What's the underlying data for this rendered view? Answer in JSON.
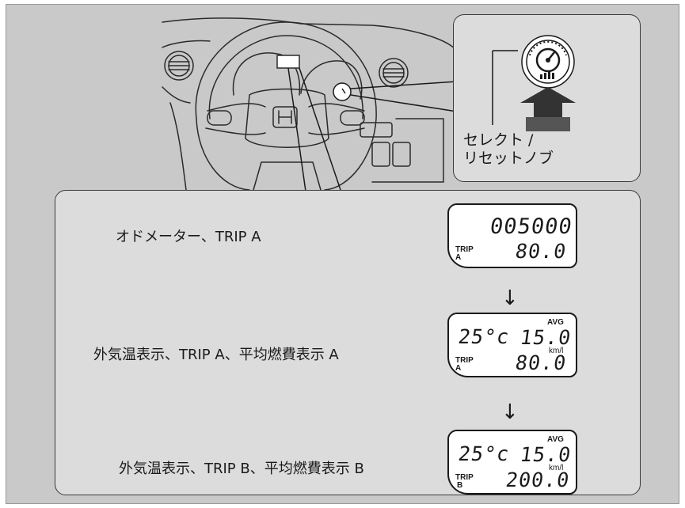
{
  "callout": {
    "label_line1": "セレクト /",
    "label_line2": "リセットノブ"
  },
  "modes": [
    {
      "label": "オドメーター、TRIP A",
      "lcd": {
        "main": "005000",
        "trip_word": "TRIP",
        "trip_letter": "A",
        "trip_value": "80.0"
      }
    },
    {
      "label": "外気温表示、TRIP A、平均燃費表示 A",
      "lcd": {
        "temp": "25°c",
        "avg_word": "AVG",
        "avg_value": "15.0",
        "unit": "km/l",
        "trip_word": "TRIP",
        "trip_letter": "A",
        "trip_value": "80.0"
      }
    },
    {
      "label": "外気温表示、TRIP B、平均燃費表示 B",
      "lcd": {
        "temp": "25°c",
        "avg_word": "AVG",
        "avg_value": "15.0",
        "unit": "km/l",
        "trip_word": "TRIP",
        "trip_letter": "B",
        "trip_value": "200.0"
      }
    }
  ],
  "arrows": {
    "down": "↓"
  },
  "colors": {
    "background": "#c9c9c9",
    "panel": "#dcdcdc",
    "line": "#1a1a1a",
    "knob_arrow": "#333333"
  }
}
